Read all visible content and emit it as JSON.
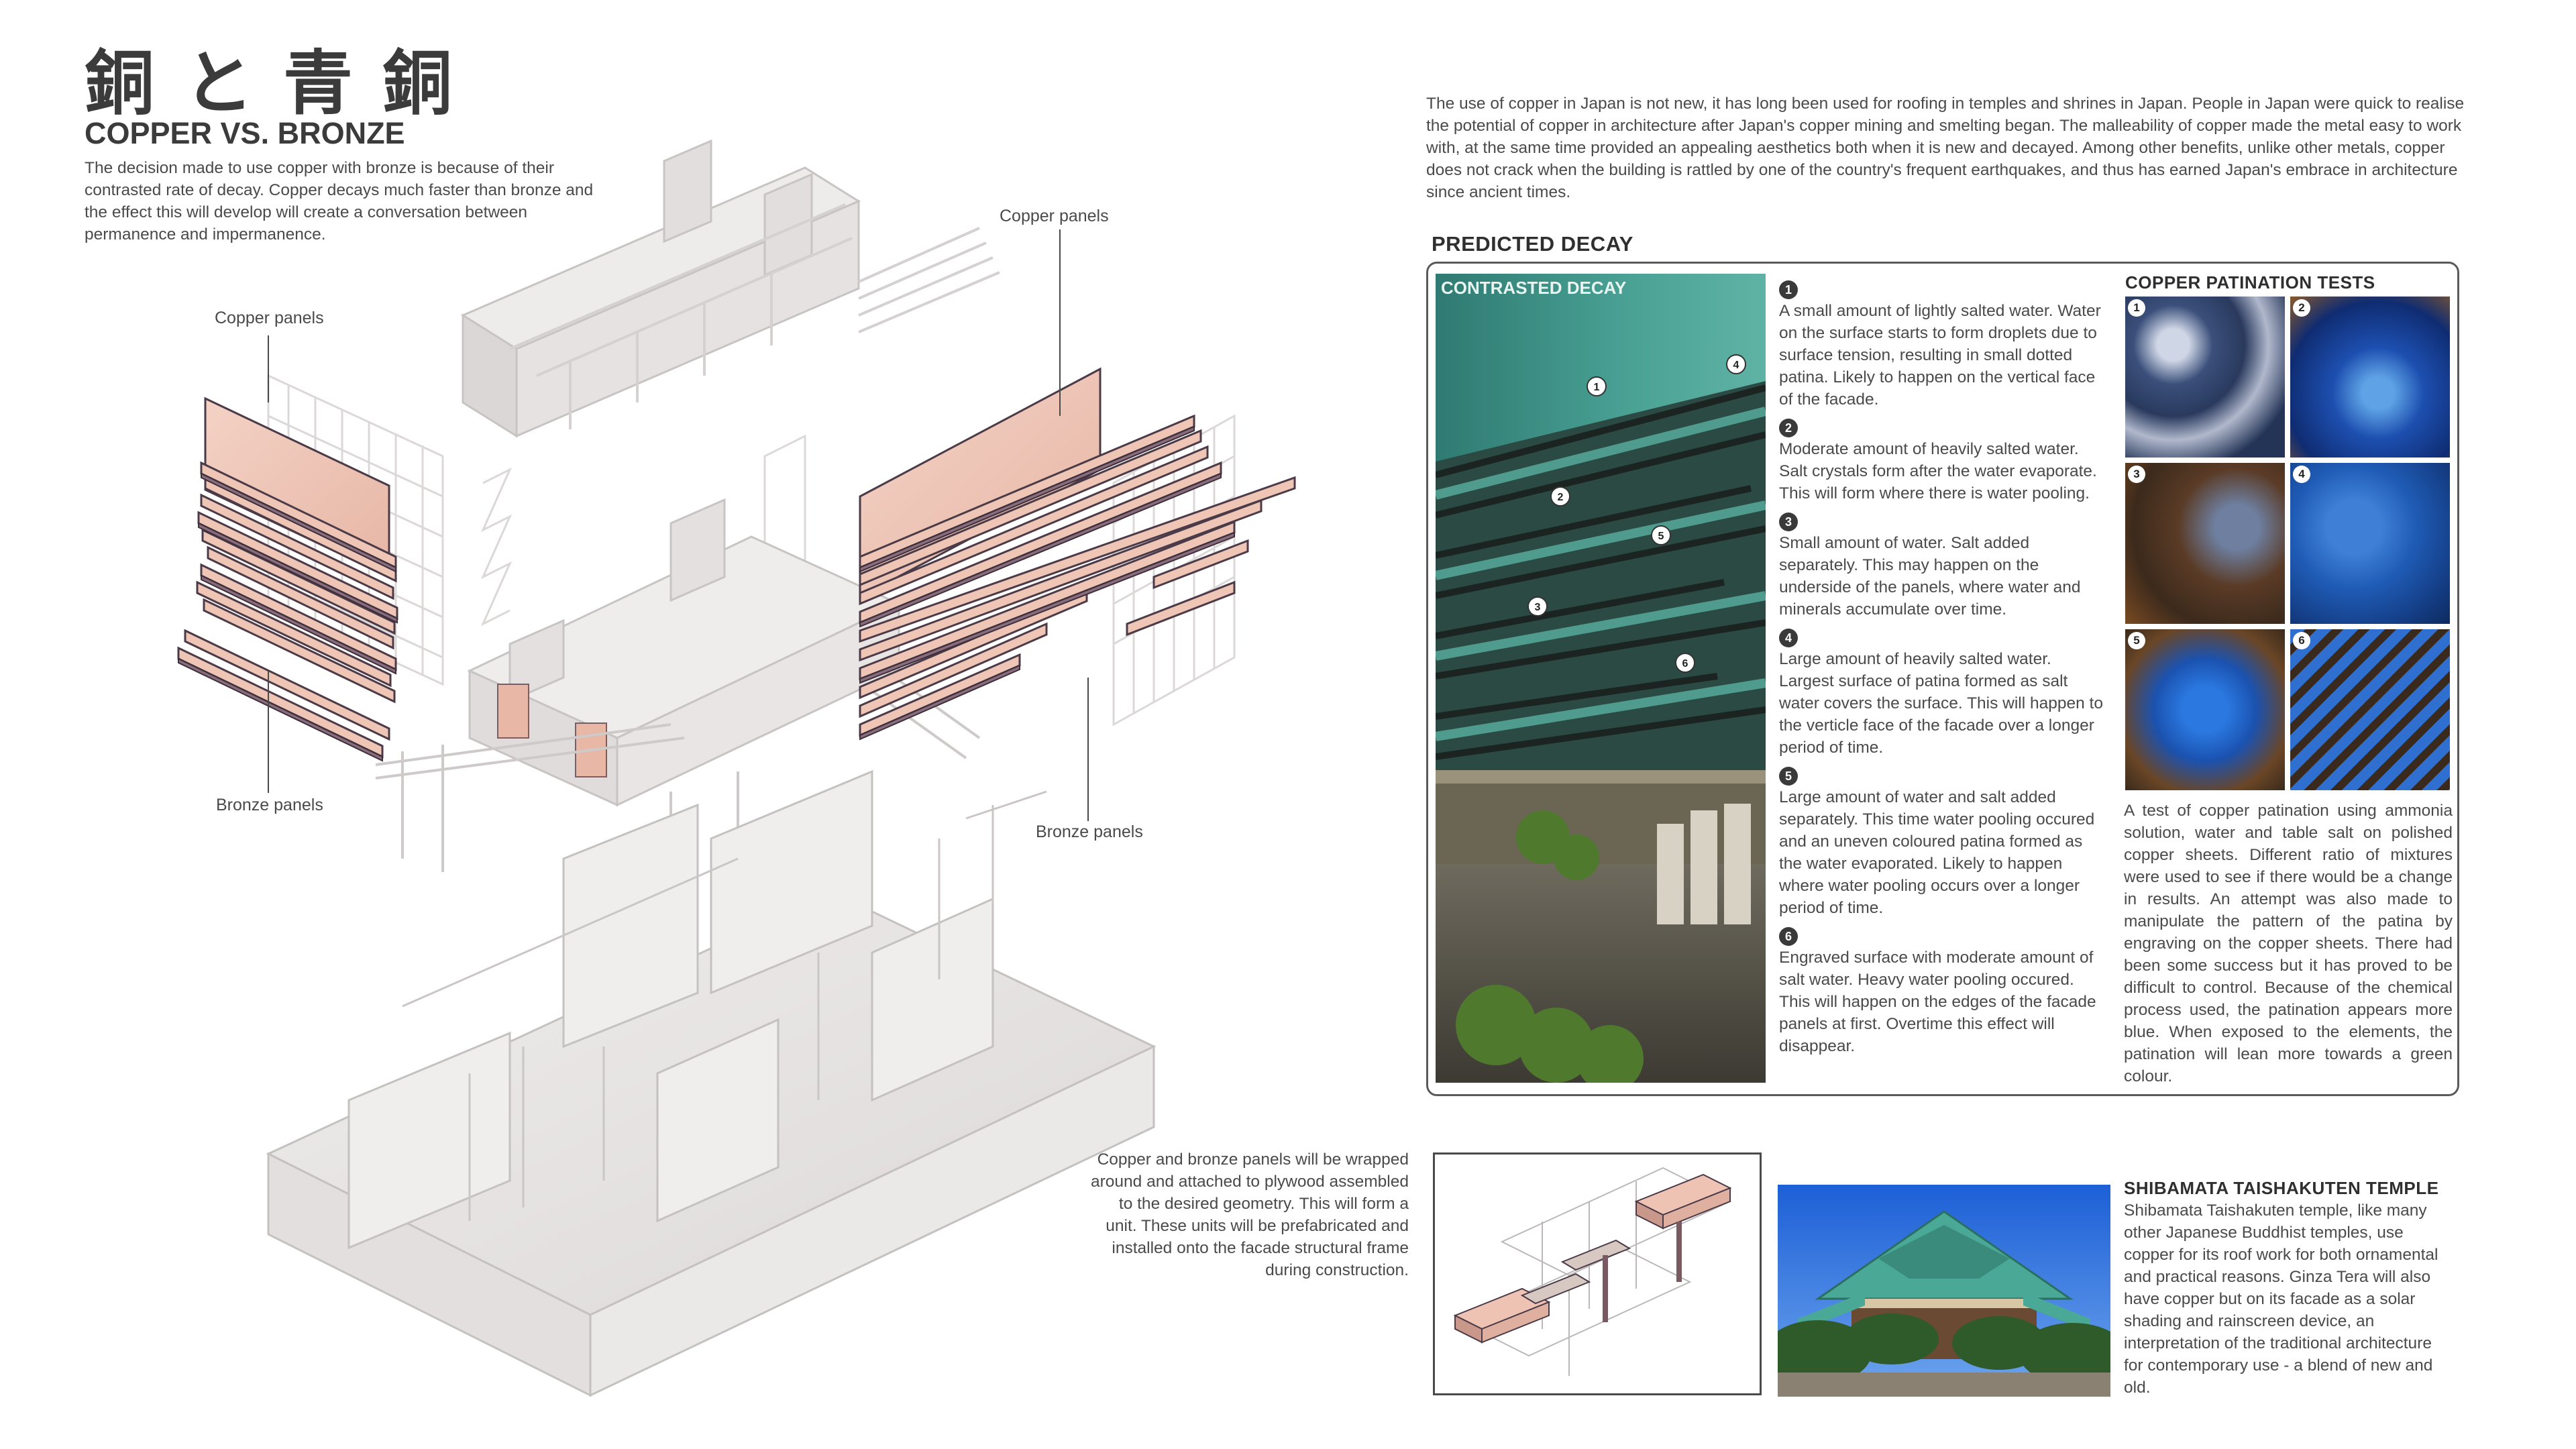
{
  "header": {
    "jp_title": "銅と青銅",
    "en_title": "COPPER VS. BRONZE",
    "intro": "The decision made to use copper with bronze is because of their contrasted rate of decay. Copper decays much faster than bronze and the effect this will develop will create a conversation between permanence and impermanence."
  },
  "axonometric": {
    "labels": {
      "copper_left": "Copper panels",
      "copper_right": "Copper panels",
      "bronze_left": "Bronze panels",
      "bronze_right": "Bronze panels"
    }
  },
  "top_text": "The use of copper in Japan is not new, it has long been used for roofing in temples and shrines in Japan. People in Japan were quick to realise the potential of copper in architecture after Japan's copper mining and smelting began. The malleability of copper made the metal easy to work with, at the same time provided an appealing aesthetics both when it is new and decayed. Among other benefits, unlike other metals, copper does not crack when the building is rattled by one of the country's frequent earthquakes, and thus has earned Japan's embrace in architecture since ancient times.",
  "predicted_decay": {
    "title": "PREDICTED DECAY",
    "photo_label": "CONTRASTED DECAY",
    "items": [
      {
        "num": "1",
        "text": "A small amount of lightly salted water. Water on the surface starts to form droplets due to surface tension, resulting in small dotted patina. Likely to happen on the vertical face of the facade."
      },
      {
        "num": "2",
        "text": "Moderate amount of heavily salted water. Salt crystals form after the water evaporate. This will form where there is water pooling."
      },
      {
        "num": "3",
        "text": "Small amount of water. Salt added separately. This may happen on the underside of the panels, where water and minerals accumulate over time."
      },
      {
        "num": "4",
        "text": "Large amount of heavily salted water. Largest surface of patina formed as salt water covers the surface. This will happen to the verticle face of the facade over a longer period of time."
      },
      {
        "num": "5",
        "text": "Large amount of water and salt added separately. This time water pooling occured and an uneven coloured patina formed as the water evaporated. Likely to happen where water pooling occurs over a longer period of time."
      },
      {
        "num": "6",
        "text": "Engraved surface with moderate amount of salt water. Heavy water pooling occured. This will happen on the edges of the facade panels at first. Overtime this effect will disappear."
      }
    ]
  },
  "patination_tests": {
    "title": "COPPER PATINATION TESTS",
    "tiles": [
      "1",
      "2",
      "3",
      "4",
      "5",
      "6"
    ],
    "text": "A test of copper patination using ammonia solution, water and table salt on polished copper sheets. Different ratio of mixtures were used to see if there would be a change in results. An attempt was also made to manipulate the pattern of the patina by engraving on the copper sheets. There had been some success but it has proved to be difficult to control. Because of the chemical process used, the patination appears more blue. When exposed to the elements, the patination will lean more towards a green colour."
  },
  "unit": {
    "text": "Copper and bronze panels will be wrapped around and attached to plywood assembled to the desired geometry. This will form a unit. These units will be prefabricated and installed onto the facade structural frame during construction."
  },
  "temple": {
    "title": "SHIBAMATA TAISHAKUTEN TEMPLE",
    "text": "Shibamata Taishakuten temple, like many other Japanese Buddhist temples, use copper for its roof work for both ornamental and practical reasons. Ginza Tera will also have copper but on its facade as a solar shading and rainscreen device, an interpretation of the traditional architecture for contemporary use - a blend of new and old."
  },
  "colors": {
    "copper": "#f1cbbd",
    "bronze": "#7d5a6a",
    "patina_green": "#3f8f84",
    "patina_blue": "#1f6fd0",
    "building_grey": "#e9e6e6"
  }
}
